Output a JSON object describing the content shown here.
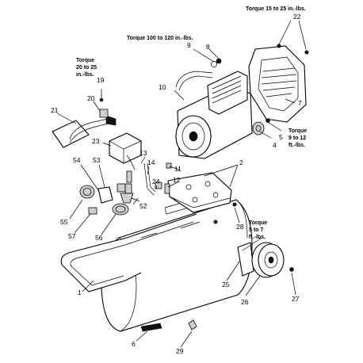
{
  "diagram": {
    "torque_notes": {
      "fan_cover": "Torque 15 to 25 in.-lbs.",
      "head_bolts": "Torque 100 to 120 in.-lbs.",
      "pressure_switch_line_1": "Torque",
      "pressure_switch_line_2": "20 to 25",
      "pressure_switch_line_3": "in.-lbs.",
      "nut_line_1": "Torque",
      "nut_line_2": "9 to 12",
      "nut_line_3": "ft.-lbs.",
      "wheel_line_1": "Torque",
      "wheel_line_2": "5 to 7",
      "wheel_line_3": "ft.-lbs."
    },
    "parts": {
      "p1": "1",
      "p2": "2",
      "p4": "4",
      "p5": "5",
      "p6": "6",
      "p7": "7",
      "p8": "8",
      "p9": "9",
      "p10": "10",
      "p11": "11",
      "p12": "12",
      "p13": "13",
      "p14": "14",
      "p19": "19",
      "p20": "20",
      "p21": "21",
      "p22": "22",
      "p23": "23",
      "p24": "24",
      "p25": "25",
      "p26": "26",
      "p27": "27",
      "p28": "28",
      "p29": "29",
      "p52": "52",
      "p53": "53",
      "p54": "54",
      "p55": "55",
      "p56": "56",
      "p57": "57"
    }
  }
}
